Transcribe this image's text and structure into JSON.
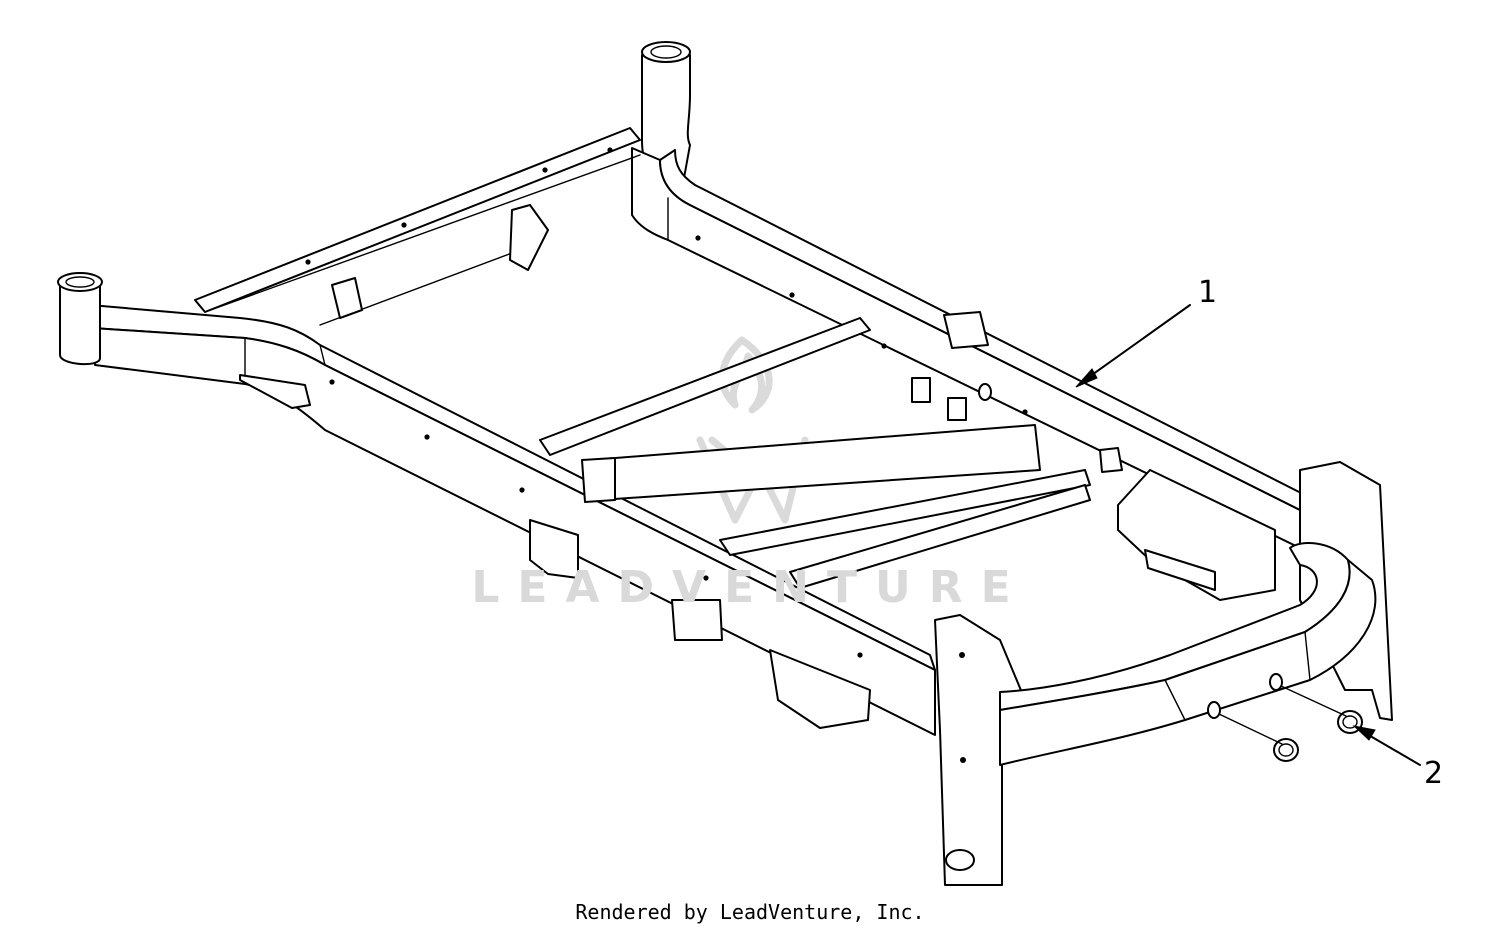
{
  "callouts": [
    {
      "label": "1"
    },
    {
      "label": "2"
    }
  ],
  "watermark": {
    "brand": "LEADVENTURE"
  },
  "footer": {
    "credit": "Rendered by LeadVenture, Inc."
  },
  "colors": {
    "line": "#000000",
    "background": "#ffffff",
    "watermark": "#d6d6d6"
  }
}
